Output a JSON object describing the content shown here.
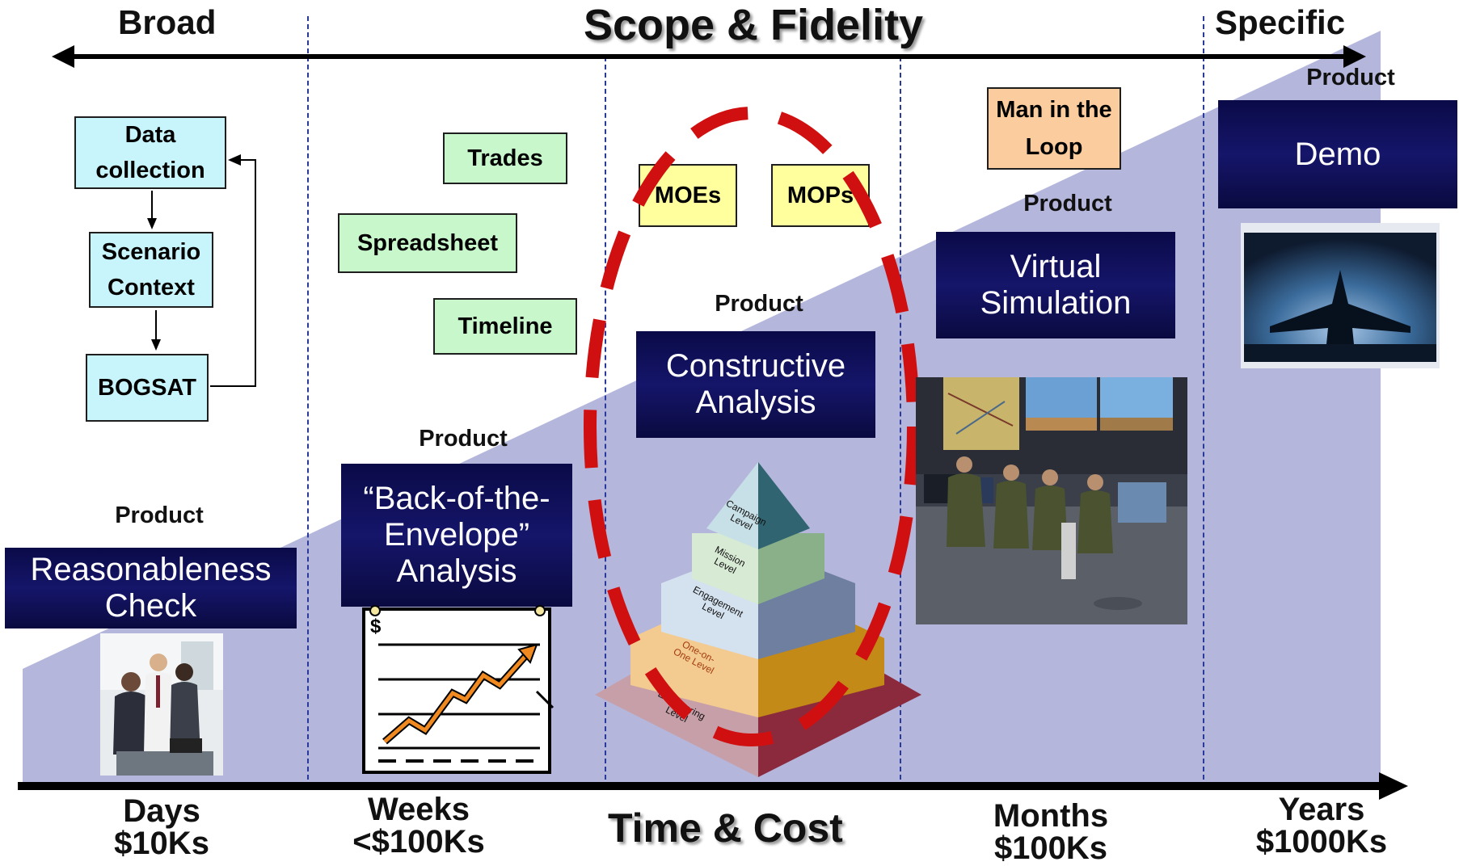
{
  "top_axis": {
    "left_label": "Broad",
    "title": "Scope & Fidelity",
    "right_label": "Specific"
  },
  "bottom_axis": {
    "title": "Time & Cost",
    "ticks": [
      {
        "time": "Days",
        "cost": "$10Ks"
      },
      {
        "time": "Weeks",
        "cost": "<$100Ks"
      },
      {
        "time": "Months",
        "cost": "$100Ks"
      },
      {
        "time": "Years",
        "cost": "$1000Ks"
      }
    ]
  },
  "column1": {
    "flow": [
      "Data collection",
      "Scenario Context",
      "BOGSAT"
    ],
    "product_label": "Product",
    "product": "Reasonableness Check"
  },
  "column2": {
    "items": [
      "Trades",
      "Spreadsheet",
      "Timeline"
    ],
    "product_label": "Product",
    "product": "“Back-of-the-Envelope” Analysis",
    "chart_symbol": "$"
  },
  "column3": {
    "items": [
      "MOEs",
      "MOPs"
    ],
    "product_label": "Product",
    "product": "Constructive Analysis",
    "pyramid_levels": [
      "Campaign Level",
      "Mission Level",
      "Engagement Level",
      "One-on-One Level",
      "Engineering Level"
    ]
  },
  "column4": {
    "item": "Man in the Loop",
    "product_label": "Product",
    "product": "Virtual Simulation"
  },
  "column5": {
    "product_label": "Product",
    "product": "Demo"
  },
  "colors": {
    "ramp": "#b4b6dc",
    "navy": "#0d0d52",
    "highlight_ellipse": "#d01010",
    "divider": "#2a3a9a"
  }
}
